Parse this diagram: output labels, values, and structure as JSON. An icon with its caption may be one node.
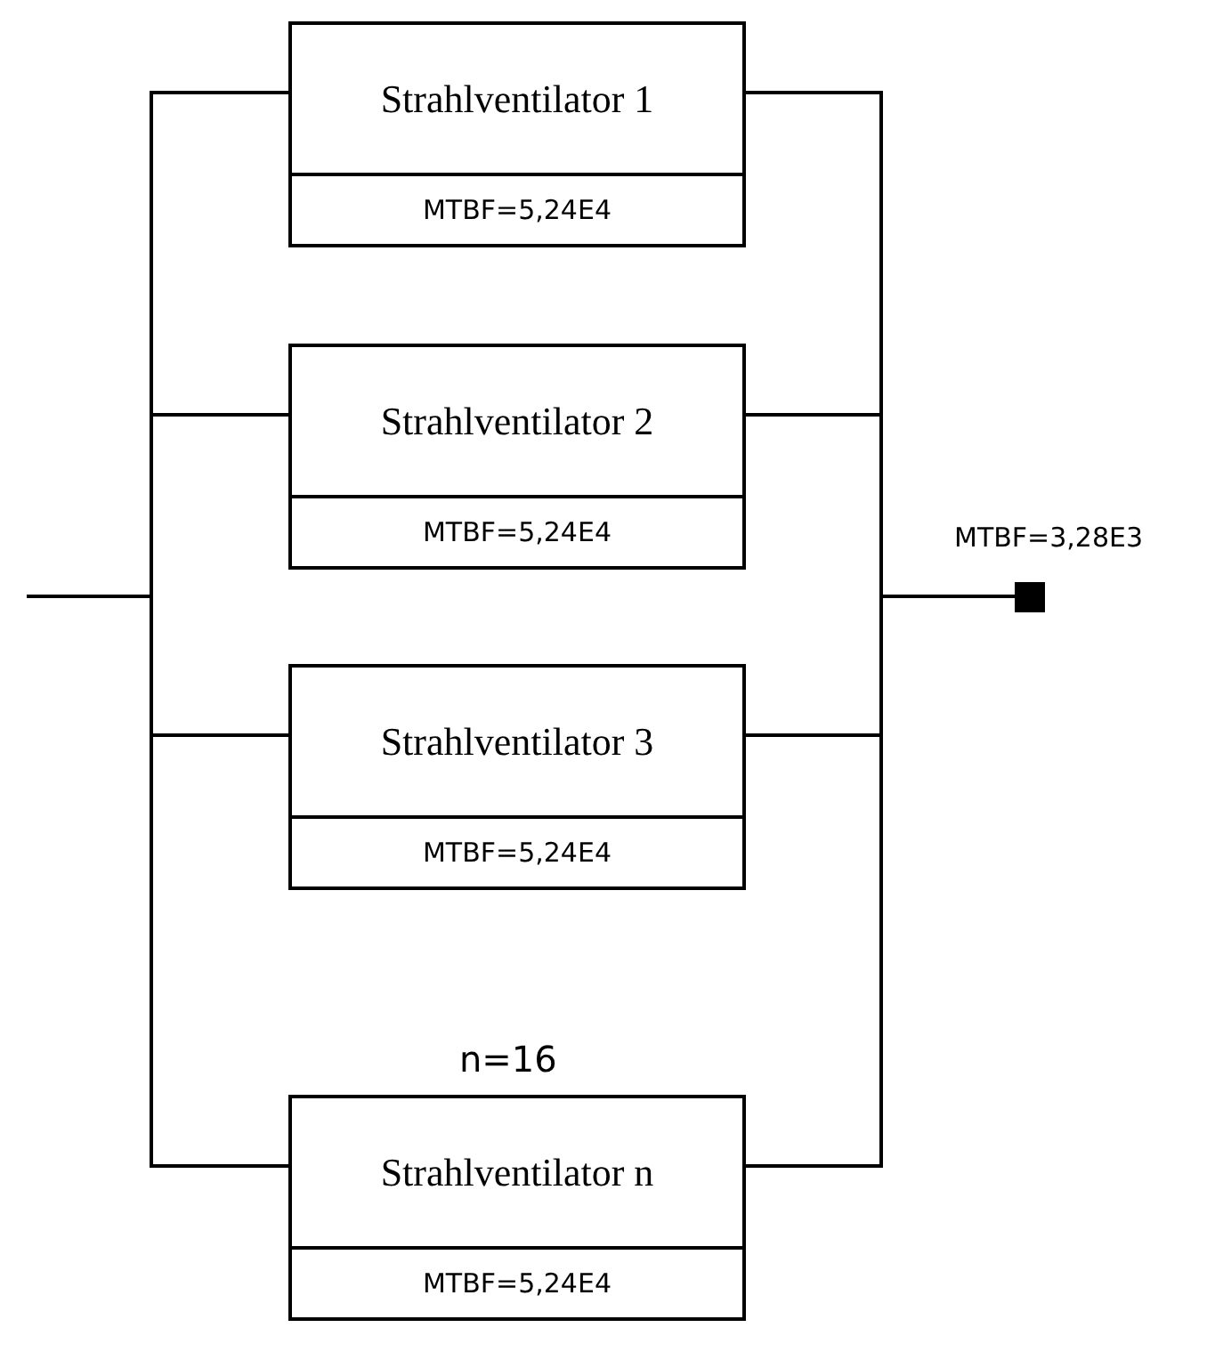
{
  "diagram": {
    "nodes": [
      {
        "text": [
          "Strahlventilator 1",
          "MTBF=5,24E4"
        ]
      },
      {
        "text": [
          "Strahlventilator 2",
          "MTBF=5,24E4"
        ]
      },
      {
        "text": [
          "Strahlventilator 3",
          "MTBF=5,24E4"
        ]
      },
      {
        "text": [
          "Strahlventilator n",
          "MTBF=5,24E4"
        ]
      },
      {
        "text": [],
        "shape": "box",
        "beside": [
          "MTBF=3,28E3"
        ]
      }
    ],
    "edges": [
      {
        "from": null,
        "to": 0,
        "arrow": "none"
      },
      {
        "from": null,
        "to": 1,
        "arrow": "none"
      },
      {
        "from": null,
        "to": 2,
        "arrow": "none"
      },
      {
        "from": null,
        "to": 3,
        "arrow": "none"
      },
      {
        "from": 0,
        "to": 4,
        "arrow": "none"
      },
      {
        "from": 1,
        "to": 4,
        "arrow": "none"
      },
      {
        "from": 2,
        "to": 4,
        "arrow": "none"
      },
      {
        "from": 3,
        "to": 4,
        "arrow": "none"
      }
    ],
    "labels": [
      "n=16"
    ]
  }
}
